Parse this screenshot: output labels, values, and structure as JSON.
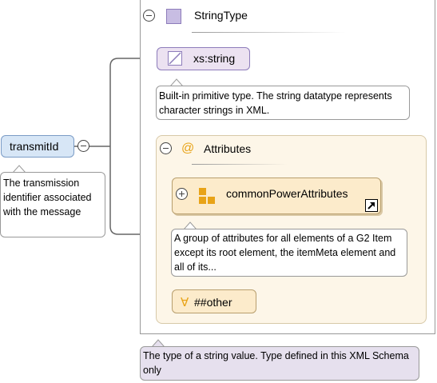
{
  "element": {
    "name": "transmitId",
    "doc": "The transmission identifier associated with the message"
  },
  "type": {
    "name": "StringType",
    "doc": "The type of a string value. Type defined in this XML Schema only",
    "base": {
      "name": "xs:string",
      "doc": "Built-in primitive type. The string datatype represents character strings in XML."
    },
    "attributes": {
      "label": "Attributes",
      "icon": "@",
      "group": {
        "name": "commonPowerAttributes",
        "doc": "A group of attributes for all elements of a G2 Item except its root element, the itemMeta element and all of its..."
      },
      "wildcard": {
        "symbol": "∀",
        "label": "##other"
      }
    }
  },
  "colors": {
    "element_bg": "#d7e6f6",
    "element_border": "#7b9cc6",
    "type_doc_bg": "#e6e0ee",
    "base_bg": "#ece2f1",
    "attr_bg": "#fdf6e8",
    "attr_border": "#d7c9a8",
    "group_bg": "#fcebcb",
    "accent_orange": "#e8a317"
  }
}
